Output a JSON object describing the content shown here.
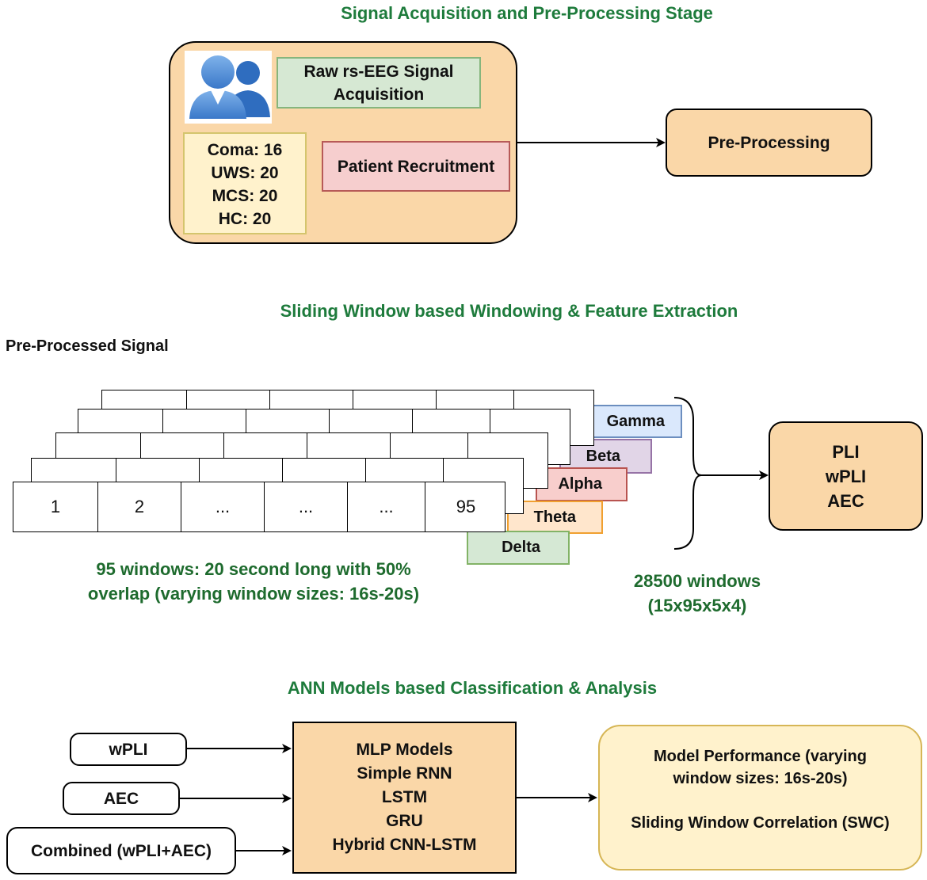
{
  "stage1": {
    "title": "Signal Acquisition and Pre-Processing Stage",
    "acquisition_label": "Raw rs-EEG Signal Acquisition",
    "cohort": [
      "Coma: 16",
      "UWS: 20",
      "MCS: 20",
      "HC: 20"
    ],
    "recruitment_label": "Patient Recruitment",
    "preprocessing_label": "Pre-Processing"
  },
  "stage2": {
    "title": "Sliding Window based Windowing & Feature Extraction",
    "signal_label": "Pre-Processed Signal",
    "window_cells": [
      "1",
      "2",
      "...",
      "...",
      "...",
      "95"
    ],
    "bands": [
      "Gamma",
      "Beta",
      "Alpha",
      "Theta",
      "Delta"
    ],
    "band_colors": {
      "Gamma": "#dae8fc",
      "Beta": "#e1d5e7",
      "Alpha": "#f8cecc",
      "Theta": "#ffe6cc",
      "Delta": "#d5e8d4"
    },
    "band_borders": {
      "Gamma": "#6c8ebf",
      "Beta": "#9673a6",
      "Alpha": "#b85450",
      "Theta": "#f0a030",
      "Delta": "#82b366"
    },
    "windows_note_line1": "95 windows: 20 second long with 50%",
    "windows_note_line2": "overlap (varying window sizes: 16s-20s)",
    "total_windows_line1": "28500 windows",
    "total_windows_line2": "(15x95x5x4)",
    "features": [
      "PLI",
      "wPLI",
      "AEC"
    ]
  },
  "stage3": {
    "title": "ANN Models based Classification & Analysis",
    "inputs": [
      "wPLI",
      "AEC",
      "Combined (wPLI+AEC)"
    ],
    "models": [
      "MLP Models",
      "Simple RNN",
      "LSTM",
      "GRU",
      "Hybrid CNN-LSTM"
    ],
    "performance_line1": "Model Performance (varying",
    "performance_line2": "window sizes: 16s-20s)",
    "swc_label": "Sliding Window Correlation (SWC)"
  },
  "colors": {
    "title_green": "#1e7b3c",
    "orange_fill": "#fad7a8",
    "yellow_fill": "#fff2cc"
  }
}
